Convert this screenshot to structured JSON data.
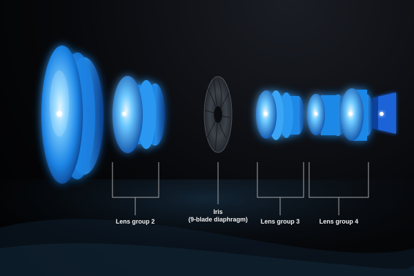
{
  "diagram": {
    "labels": {
      "lens_group_2": "Lens group 2",
      "iris_line1": "Iris",
      "iris_line2": "(9-blade diaphragm)",
      "lens_group_3": "Lens group 3",
      "lens_group_4": "Lens group 4"
    },
    "colors": {
      "background": "#000000",
      "beam": "#4ab8ff",
      "lens_glow": "#2aa0ff",
      "lens_core": "#e6f7ff",
      "iris": "#3a3f47",
      "sensor": "#1e6fe0",
      "label_text": "#f2f2f2",
      "bracket": "#a8a8a8"
    },
    "icons": [
      "front-lens-element",
      "lens-group-2",
      "iris-diaphragm",
      "lens-group-3",
      "lens-group-4",
      "image-sensor"
    ]
  }
}
